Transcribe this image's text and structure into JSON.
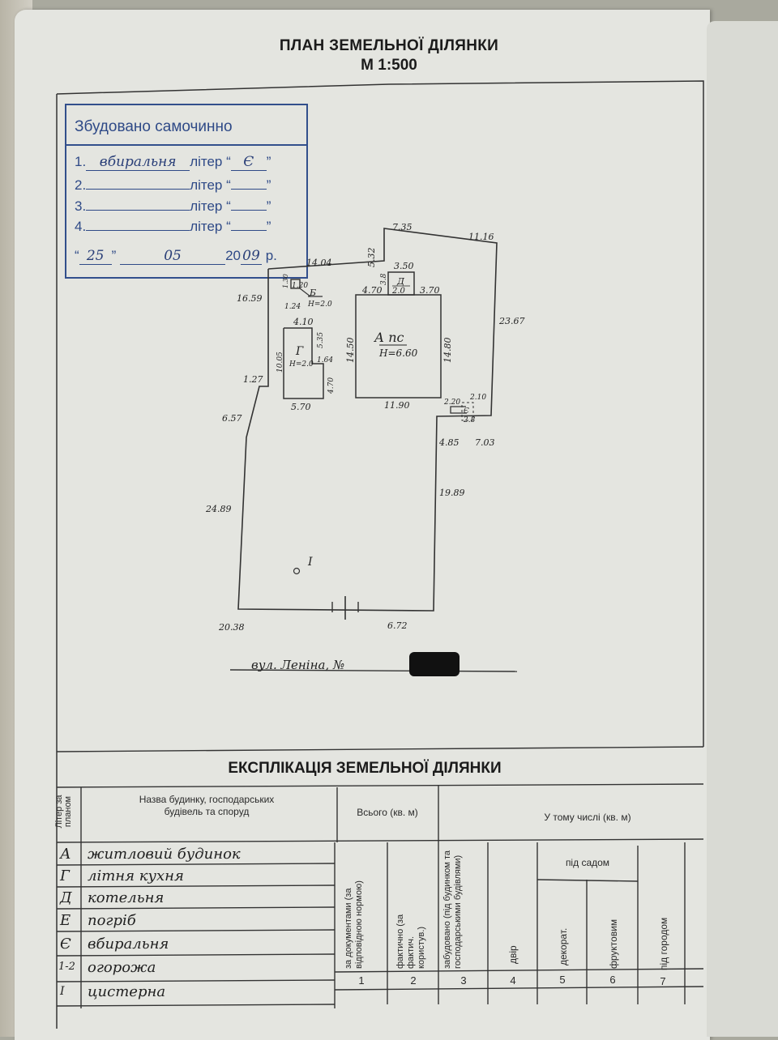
{
  "header": {
    "title": "ПЛАН ЗЕМЕЛЬНОЇ ДІЛЯНКИ",
    "scale": "М 1:500"
  },
  "stamp": {
    "title": "Збудовано самочинно",
    "litera_label": "літер",
    "rows": [
      {
        "num": "1.",
        "name": "вбиральня",
        "litera": "Є"
      },
      {
        "num": "2.",
        "name": "",
        "litera": ""
      },
      {
        "num": "3.",
        "name": "",
        "litera": ""
      },
      {
        "num": "4.",
        "name": "",
        "litera": ""
      }
    ],
    "date": {
      "day": "25",
      "month": "05",
      "year_prefix": "20",
      "year_suffix": "09",
      "year_unit": "р."
    }
  },
  "plan": {
    "boundary_dimensions": [
      "7.35",
      "11.16",
      "5.32",
      "14.04",
      "16.59",
      "1.27",
      "6.57",
      "24.89",
      "20.38",
      "6.72",
      "19.89",
      "4.85",
      "7.03",
      "23.67"
    ],
    "buildings": [
      {
        "litera": "А пс",
        "height": "Н=6.60",
        "dims": [
          "14.50",
          "14.80",
          "11.90"
        ]
      },
      {
        "litera": "Д",
        "height": "2.0",
        "dims": [
          "3.50",
          "3.8",
          "4.70",
          "3.70"
        ]
      },
      {
        "litera": "Г",
        "height": "Н=2.0",
        "dims": [
          "4.10",
          "5.35",
          "10.05",
          "1.64",
          "4.70",
          "5.70"
        ]
      },
      {
        "litera": "Б",
        "height": "Н=2.0",
        "dims": [
          "1.20",
          "1.30",
          "1.24"
        ]
      },
      {
        "litera": "Є",
        "height": "",
        "dims": [
          "2.10",
          "2.20",
          "2.8"
        ]
      }
    ],
    "well_label": "І",
    "street_label": "вул. Леніна, №"
  },
  "explication": {
    "title": "ЕКСПЛІКАЦІЯ ЗЕМЕЛЬНОЇ ДІЛЯНКИ",
    "headers": {
      "litera": "Літер за планом",
      "name": "Назва будинку, господарських будівель та споруд",
      "total": "Всього (кв. м)",
      "including": "У тому числі (кв. м)",
      "by_docs": "за документами (за відповідною нормою)",
      "actual": "фактично (за фактич. користув.)",
      "built": "забудовано (під будинком та господарськими будівлями)",
      "yard": "двір",
      "under_garden": "під садом",
      "decor": "декорат.",
      "fruit": "фруктовим",
      "vegetable": "під городом"
    },
    "column_numbers": [
      "1",
      "2",
      "3",
      "4",
      "5",
      "6",
      "7"
    ],
    "rows": [
      {
        "litera": "А",
        "name": "житловий будинок"
      },
      {
        "litera": "Г",
        "name": "літня кухня"
      },
      {
        "litera": "Д",
        "name": "котельня"
      },
      {
        "litera": "Е",
        "name": "погріб"
      },
      {
        "litera": "Є",
        "name": "вбиральня"
      },
      {
        "litera": "1-2",
        "name": "огорожа"
      },
      {
        "litera": "І",
        "name": "цистерна"
      }
    ]
  }
}
